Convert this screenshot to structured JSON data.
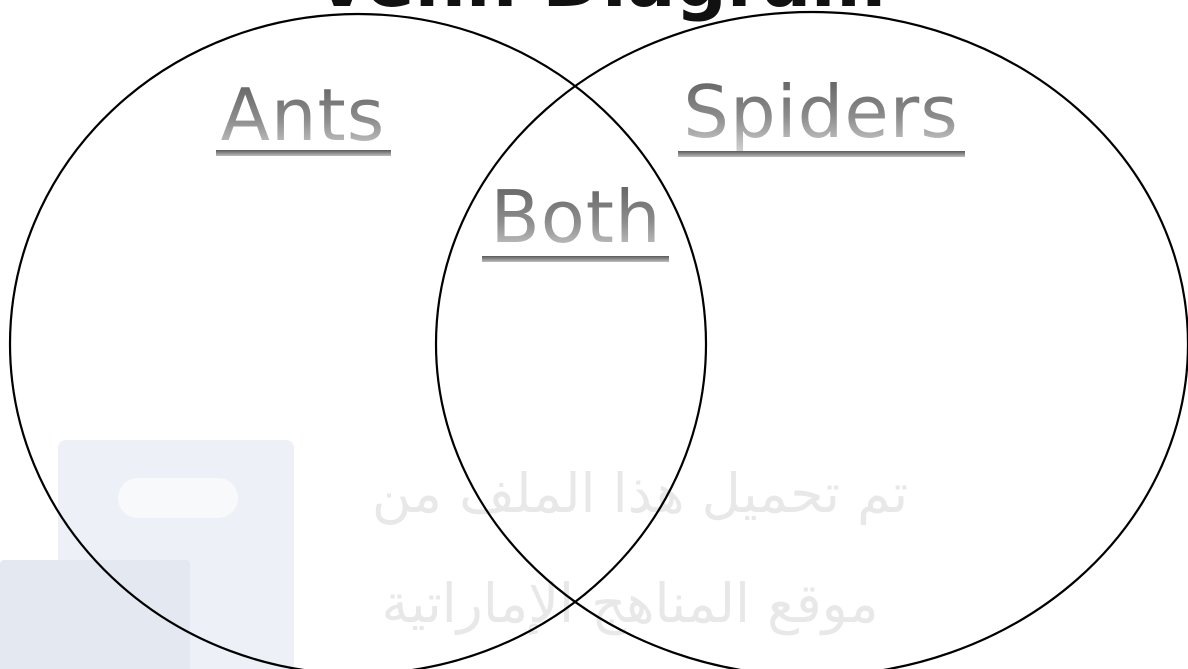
{
  "title": "Venn Diagram",
  "sets": {
    "left": {
      "label": "Ants"
    },
    "right": {
      "label": "Spiders"
    },
    "overlap": {
      "label": "Both"
    }
  },
  "watermark": {
    "line1": "تم تحميل هذا الملف من",
    "line2": "موقع المناهج الإماراتية"
  },
  "colors": {
    "outline": "#000000",
    "label_top": "#5a5a5a",
    "label_bottom": "#d9d9d9",
    "watermark_logo": "#eef2f7"
  },
  "icons": {
    "watermark_logo": "curriculum-logo-icon"
  }
}
